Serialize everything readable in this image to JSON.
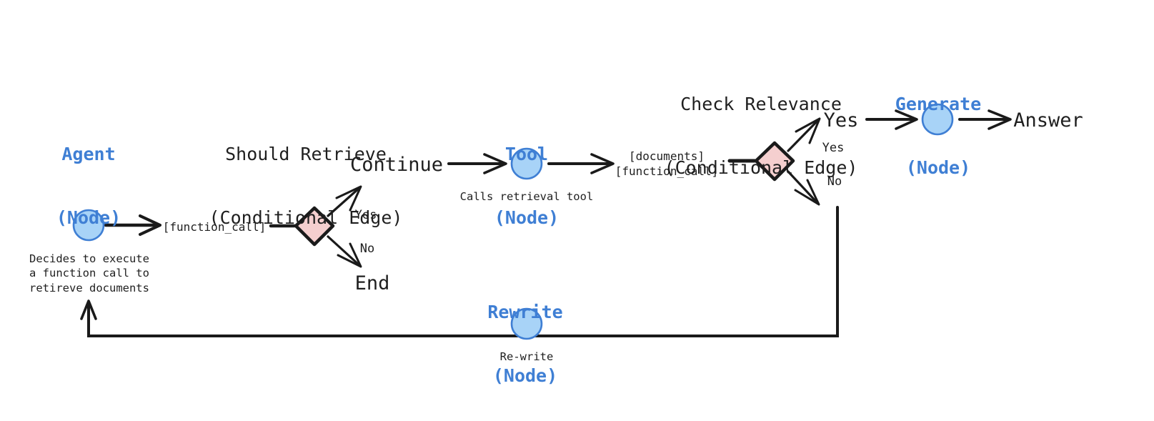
{
  "diagram": {
    "title_group_agent": {
      "name": "Agent",
      "kind": "(Node)"
    },
    "title_group_should_retrieve": {
      "name": "Should Retrieve",
      "kind": "(Conditional Edge)"
    },
    "title_group_tool": {
      "name": "Tool",
      "kind": "(Node)"
    },
    "title_group_check_relevance": {
      "name": "Check Relevance",
      "kind": "(Conditional Edge)"
    },
    "title_group_generate": {
      "name": "Generate",
      "kind": "(Node)"
    },
    "title_group_rewrite": {
      "name": "Rewrite",
      "kind": "(Node)"
    },
    "captions": {
      "agent": "Decides to execute\na function call to\nretireve documents",
      "tool": "Calls retrieval tool",
      "rewrite": "Re-write"
    },
    "edge_tokens": {
      "agent_to_should_retrieve": "[function_call]",
      "tool_to_check_relevance": "[documents]\n[function_call]"
    },
    "branch_labels": {
      "should_retrieve_yes": "Yes",
      "should_retrieve_no": "No",
      "check_relevance_yes": "Yes",
      "check_relevance_no": "No"
    },
    "outcomes": {
      "should_retrieve_continue": "Continue",
      "should_retrieve_end": "End",
      "check_relevance_yes_big": "Yes",
      "generate_answer": "Answer"
    },
    "colors": {
      "node_fill": "#a8d3f7",
      "node_stroke": "#3f7fd4",
      "decision_fill": "#f5cfcf",
      "decision_stroke": "#1a1a1a",
      "line": "#1a1a1a",
      "node_title_text": "#3f7fd4",
      "body_text": "#1f1f1f",
      "background": "#ffffff"
    },
    "shapes": {
      "agent_node": "circle",
      "tool_node": "circle",
      "generate_node": "circle",
      "rewrite_node": "circle",
      "should_retrieve_decision": "diamond",
      "check_relevance_decision": "diamond"
    }
  }
}
